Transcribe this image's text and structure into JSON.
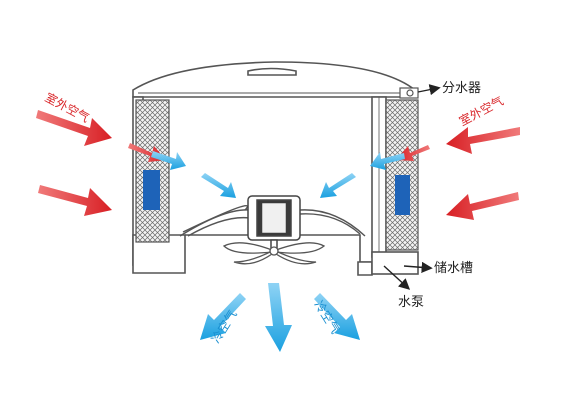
{
  "labels": {
    "water_distributor": "分水器",
    "water_tank": "储水槽",
    "water_pump": "水泵",
    "outdoor_air_left": "室外空气",
    "outdoor_air_right": "室外空气",
    "cool_air_left": "冷空气",
    "cool_air_right": "冷空气"
  },
  "colors": {
    "outdoor_air_arrow": "#e0262a",
    "cool_air_arrow": "#2aa6e0",
    "filter_pad_core": "#1e63b8",
    "outline": "#555555",
    "label_red": "#d9262a",
    "label_blue": "#1a8fd0"
  },
  "icons": {
    "motor": "fan-motor-icon",
    "fan": "fan-blade-icon"
  }
}
